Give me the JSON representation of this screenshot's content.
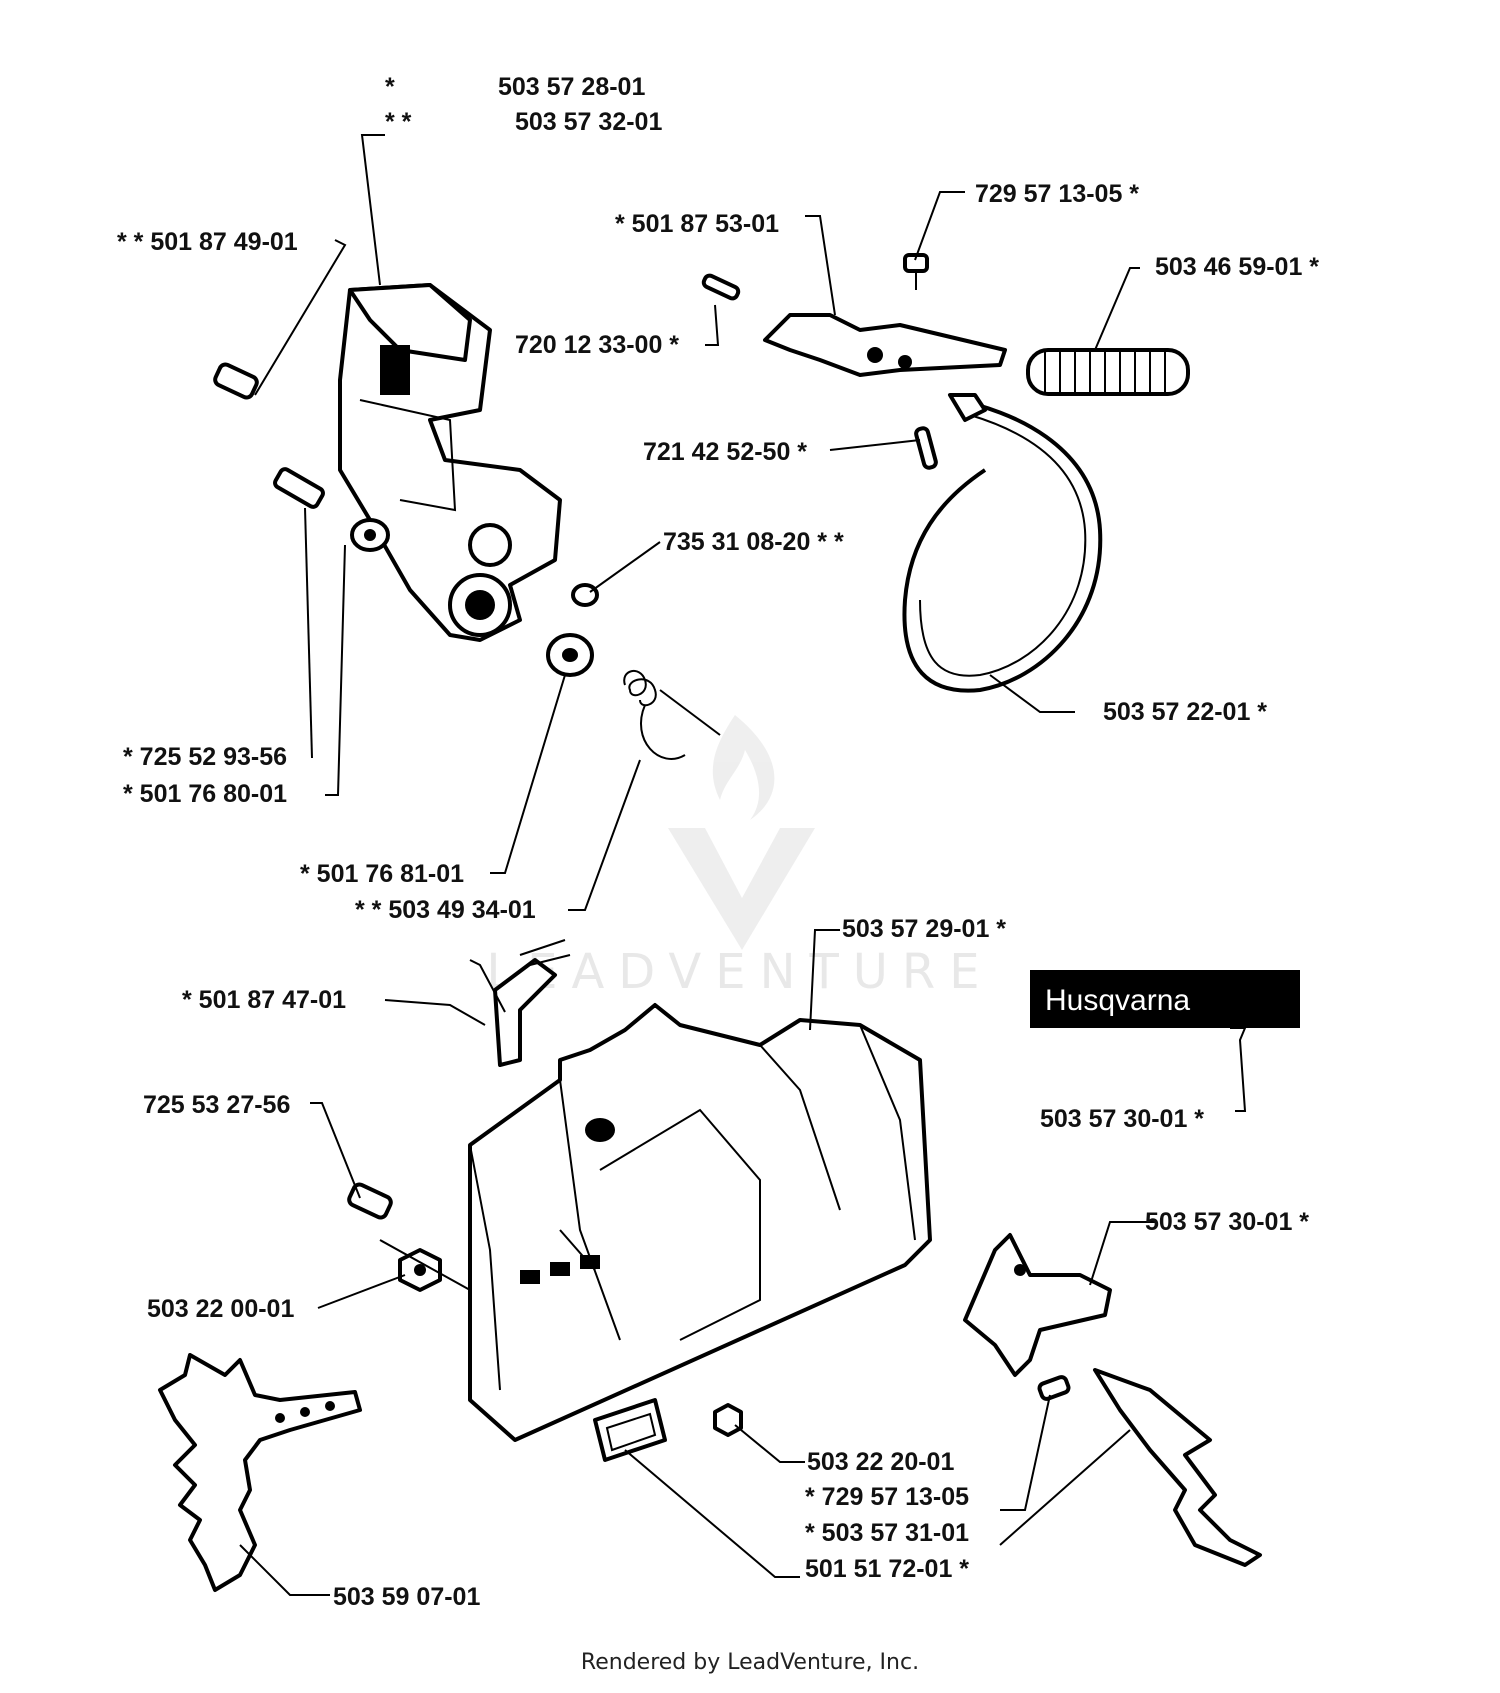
{
  "labels": {
    "l1": "*",
    "l2": "503 57 28-01",
    "l3": "* *",
    "l4": "503 57 32-01",
    "l5": "* *  501 87 49-01",
    "l6": "* 501 87 53-01",
    "l7": "729 57 13-05  *",
    "l8": "503 46 59-01  *",
    "l9": "720 12 33-00  *",
    "l10": "721 42 52-50  *",
    "l11": "735 31 08-20 * *",
    "l12": "503 57 22-01  *",
    "l13": "*  725 52 93-56",
    "l14": "*  501 76 80-01",
    "l15": "*  501 76 81-01",
    "l16": "* *  503 49 34-01",
    "l17": "503 57 29-01  *",
    "l18": "*  501 87 47-01",
    "l19": "725 53 27-56",
    "l20": "503 57 30-01  *",
    "l21": "503 57 30-01  *",
    "l22": "503 22 00-01",
    "l23": "503 22 20-01",
    "l24": "*  729 57 13-05",
    "l25": "*  503 57 31-01",
    "l26": "501 51 72-01  *",
    "l27": "503 59 07-01"
  },
  "brand_label": "Husqvarna",
  "watermark": "LEADVENTURE",
  "footer": "Rendered by LeadVenture, Inc."
}
